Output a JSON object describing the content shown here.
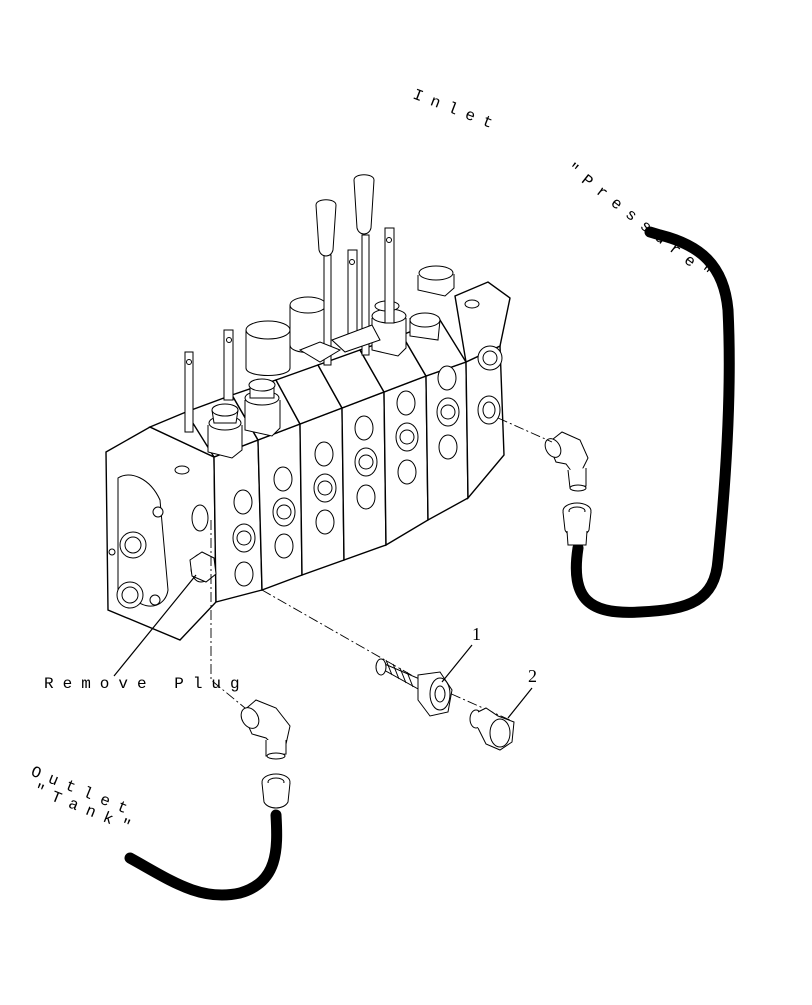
{
  "labels": {
    "inlet_word1": "Inlet",
    "inlet_word2": "\"Pressure\"",
    "outlet_word1": "Outlet",
    "outlet_word2": "\"Tank\"",
    "remove_plug": "Remove Plug"
  },
  "callouts": {
    "item1": "1",
    "item2": "2"
  },
  "colors": {
    "ink": "#000000",
    "paper": "#ffffff"
  }
}
